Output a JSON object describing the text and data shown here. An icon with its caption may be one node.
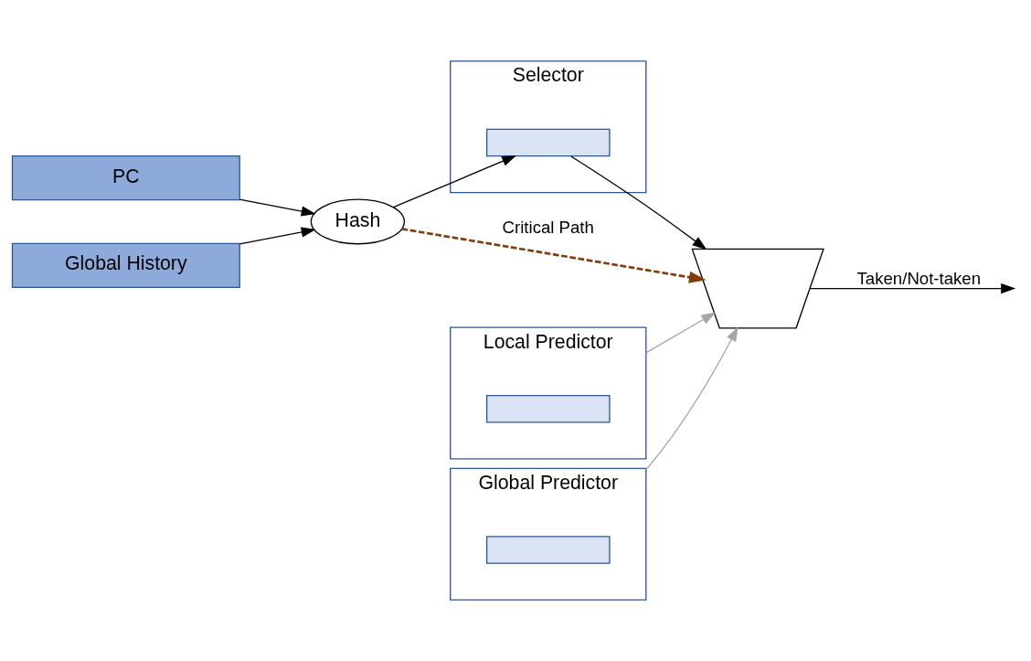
{
  "diagram": {
    "nodes": [
      {
        "text": [
          "PC"
        ]
      },
      {
        "text": [
          "Hash"
        ]
      },
      {
        "text": [
          "Global History"
        ]
      },
      {
        "text": [
          "Selector"
        ]
      },
      {
        "text": [],
        "shape": "bar",
        "in": 3
      },
      {
        "text": [
          "Local Predictor"
        ]
      },
      {
        "text": [],
        "shape": "bar",
        "in": 5
      },
      {
        "text": [
          "Global Predictor"
        ]
      },
      {
        "text": [],
        "shape": "bar",
        "in": 7
      },
      {
        "text": [],
        "shape": "trapezoid"
      }
    ],
    "edges": [
      {
        "from": 0,
        "to": 1,
        "arrow": "to"
      },
      {
        "from": 2,
        "to": 1,
        "arrow": "to"
      },
      {
        "from": 1,
        "to": 4,
        "arrow": "to"
      },
      {
        "from": 4,
        "to": 9,
        "arrow": "to"
      },
      {
        "from": 5,
        "to": 9,
        "arrow": "to",
        "color": "#a6a6a6"
      },
      {
        "from": 7,
        "to": 9,
        "arrow": "to",
        "color": "#a6a6a6"
      },
      {
        "from": 1,
        "to": 9,
        "arrow": "to",
        "label": "Critical Path",
        "style": "dashed",
        "color": "#843c0c"
      },
      {
        "from": 9,
        "to": null,
        "arrow": "to",
        "label": "Taken/Not-taken"
      }
    ]
  }
}
